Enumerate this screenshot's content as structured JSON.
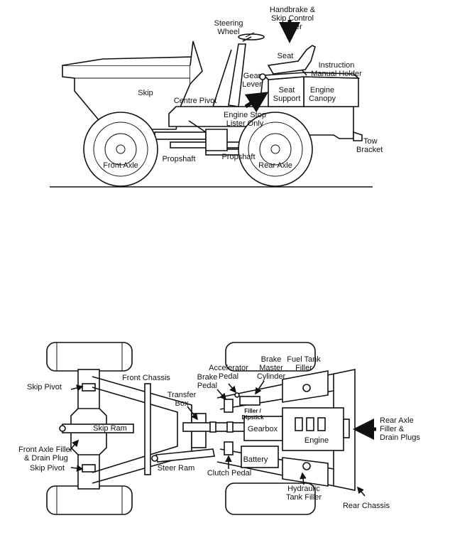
{
  "side_view": {
    "labels": {
      "handbrake_line1": "Handbrake &",
      "handbrake_line2": "Skip Control",
      "handbrake_line3": "Lever",
      "steering_line1": "Steering",
      "steering_line2": "Wheel",
      "seat": "Seat",
      "instruction_line1": "Instruction",
      "instruction_line2": "Manual Holder",
      "gear_line1": "Gear",
      "gear_line2": "Lever",
      "seat_support_line1": "Seat",
      "seat_support_line2": "Support",
      "engine_canopy_line1": "Engine",
      "engine_canopy_line2": "Canopy",
      "skip": "Skip",
      "centre_pivot": "Centre Pivot",
      "engine_stop_line1": "Engine Stop",
      "engine_stop_line2": "Lister Only",
      "tow_line1": "Tow",
      "tow_line2": "Bracket",
      "front_axle": "Front Axle",
      "propshaft_front": "Propshaft",
      "propshaft_rear": "Propshaft",
      "rear_axle": "Rear Axle"
    }
  },
  "top_view": {
    "labels": {
      "brake_master_line1": "Brake",
      "brake_master_line2": "Master",
      "brake_master_line3": "Cylinder",
      "accelerator_line1": "Accelerator",
      "accelerator_line2": "Pedal",
      "fuel_tank_line1": "Fuel Tank",
      "fuel_tank_line2": "Filler",
      "front_chassis": "Front Chassis",
      "brake_pedal_line1": "Brake",
      "brake_pedal_line2": "Pedal",
      "skip_pivot_top": "Skip Pivot",
      "transfer_box_line1": "Transfer",
      "transfer_box_line2": "Box",
      "filler_line1": "Filler /",
      "filler_line2": "Dipstick",
      "rear_axle_filler_line1": "Rear Axle",
      "rear_axle_filler_line2": "Filler &",
      "rear_axle_filler_line3": "Drain Plugs",
      "skip_ram": "Skip Ram",
      "gearbox": "Gearbox",
      "engine": "Engine",
      "front_axle_filler_line1": "Front Axle Filler",
      "front_axle_filler_line2": "& Drain Plug",
      "skip_pivot_bottom": "Skip Pivot",
      "steer_ram": "Steer Ram",
      "battery": "Battery",
      "clutch_pedal": "Clutch Pedal",
      "hydraulic_line1": "Hydraulic",
      "hydraulic_line2": "Tank Filler",
      "rear_chassis": "Rear Chassis"
    }
  }
}
